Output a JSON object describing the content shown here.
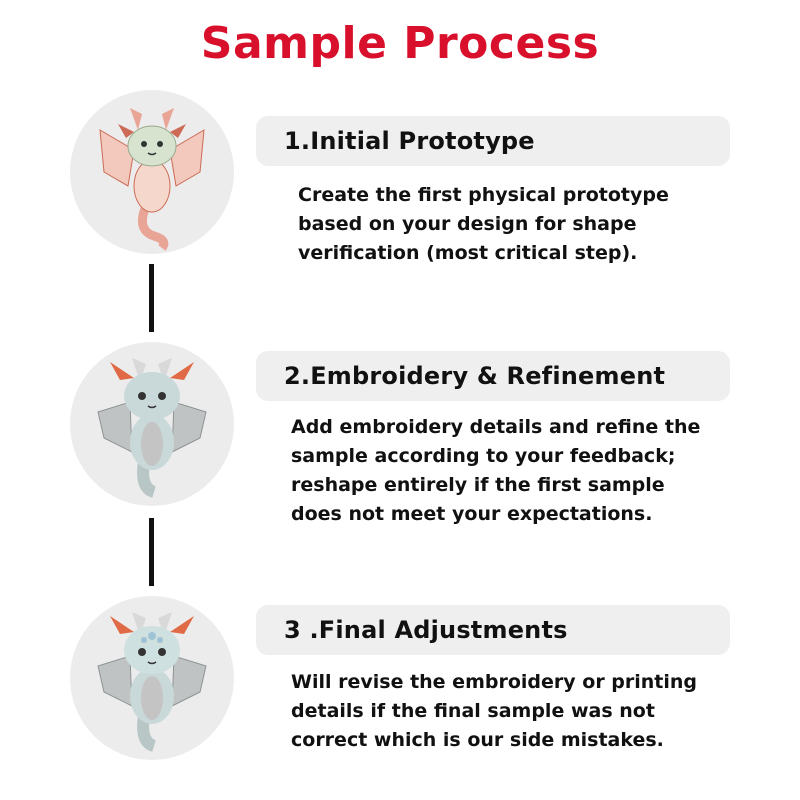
{
  "page": {
    "title": "Sample Process",
    "title_color": "#d8102b",
    "header_bg": "#efefef",
    "circle_bg": "#ececec"
  },
  "steps": [
    {
      "heading": "1.Initial Prototype",
      "lines": [
        "Create the first physical prototype",
        "based on your design for shape",
        "verification (most critical step)."
      ],
      "image_icon": "sketch-dragon-icon"
    },
    {
      "heading": "2.Embroidery & Refinement",
      "lines": [
        "Add embroidery details and refine the",
        "sample according to your feedback;",
        "reshape entirely if the first sample",
        "does not meet your expectations."
      ],
      "image_icon": "plush-dragon-icon"
    },
    {
      "heading": "3 .Final Adjustments",
      "lines": [
        "Will revise the embroidery or printing",
        "details if the final sample was not",
        "correct which is our side mistakes."
      ],
      "image_icon": "plush-dragon-final-icon"
    }
  ]
}
